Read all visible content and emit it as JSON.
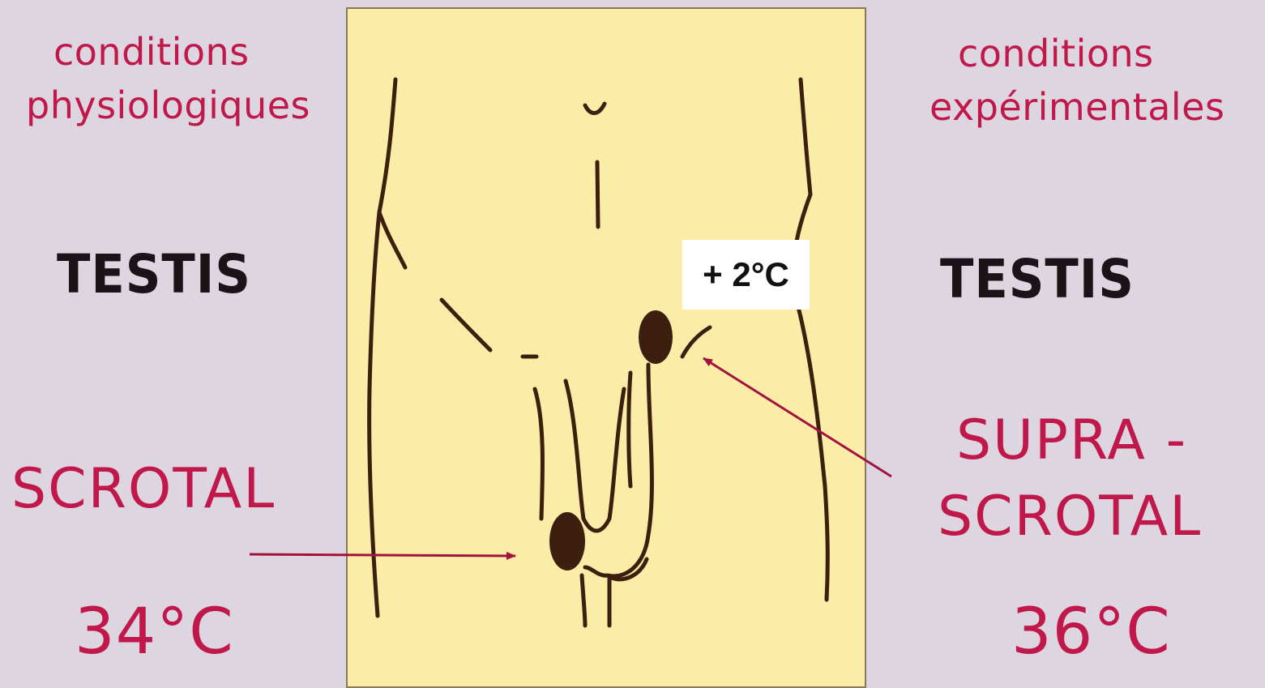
{
  "left": {
    "heading_line1": "conditions",
    "heading_line2": "physiologiques",
    "organ": "TESTIS",
    "position": "SCROTAL",
    "temperature": "34°C"
  },
  "right": {
    "heading_line1": "conditions",
    "heading_line2": "expérimentales",
    "organ": "TESTIS",
    "position_line1": "SUPRA -",
    "position_line2": "SCROTAL",
    "temperature": "36°C"
  },
  "annotation": {
    "delta": "+ 2°C"
  },
  "colors": {
    "background": "#ddd5e0",
    "panel": "#fbeda8",
    "accent": "#c0184a",
    "outline": "#3d1f10",
    "arrow": "#a3123f"
  }
}
